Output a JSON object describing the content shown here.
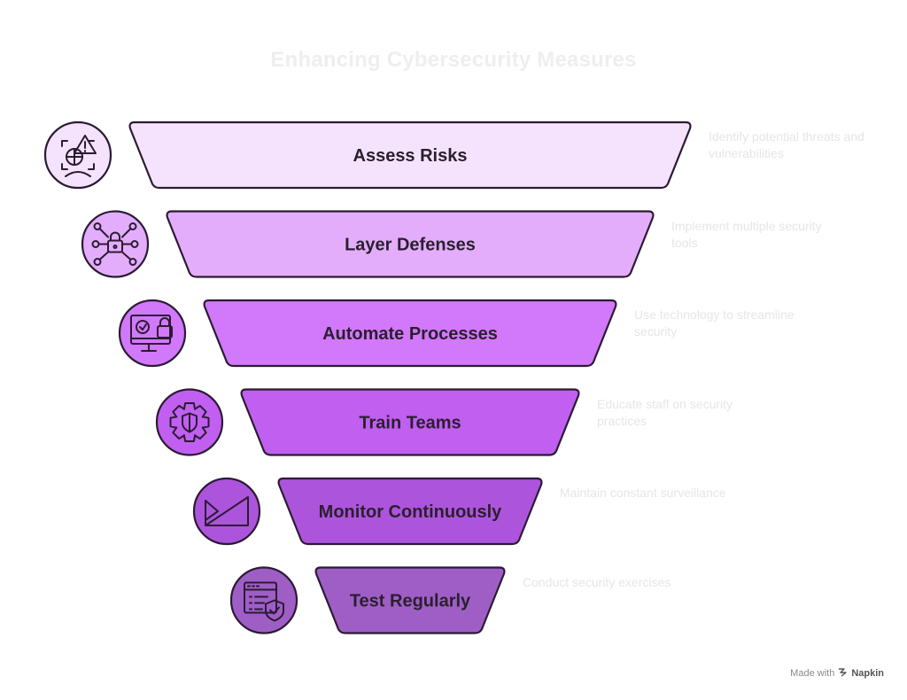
{
  "title": "Enhancing Cybersecurity Measures",
  "colors": {
    "stroke": "#2b1b33",
    "icon_stroke": "#2b1b33"
  },
  "stages": [
    {
      "label": "Assess Risks",
      "description": "Identify potential threats and vulnerabilities",
      "fill": "#f5e3fd",
      "icon": "risk-assessment-icon"
    },
    {
      "label": "Layer Defenses",
      "description": "Implement multiple security tools",
      "fill": "#e4adfc",
      "icon": "network-lock-icon"
    },
    {
      "label": "Automate Processes",
      "description": "Use technology to streamline security",
      "fill": "#d278fa",
      "icon": "monitor-lock-icon"
    },
    {
      "label": "Train Teams",
      "description": "Educate staff on security practices",
      "fill": "#c05ff0",
      "icon": "gear-shield-icon"
    },
    {
      "label": "Monitor Continuously",
      "description": "Maintain constant surveillance",
      "fill": "#ad54dc",
      "icon": "surveillance-icon"
    },
    {
      "label": "Test Regularly",
      "description": "Conduct security exercises",
      "fill": "#9f5ec6",
      "icon": "test-checklist-icon"
    }
  ],
  "footer": {
    "made_with": "Made with",
    "brand": "Napkin"
  }
}
